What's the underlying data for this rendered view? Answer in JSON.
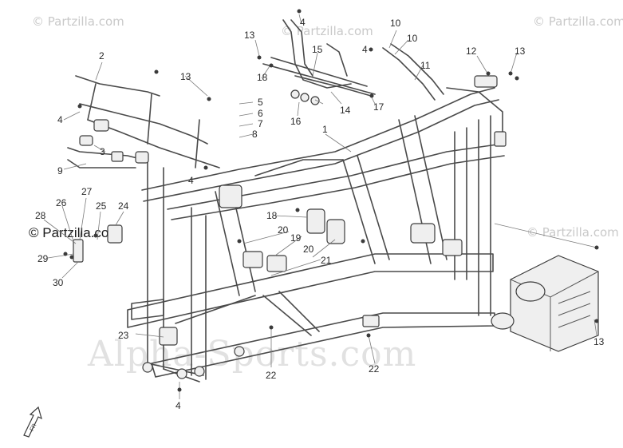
{
  "watermarks": {
    "partzilla_small": "© Partzilla.com",
    "partzilla_left": "© Partzilla.com",
    "center": "Alpha-Sports.com"
  },
  "callouts": [
    "1",
    "2",
    "3",
    "4",
    "5",
    "6",
    "7",
    "8",
    "9",
    "10",
    "11",
    "12",
    "13",
    "14",
    "15",
    "16",
    "17",
    "18",
    "19",
    "20",
    "21",
    "22",
    "23",
    "24",
    "25",
    "26",
    "27",
    "28",
    "29",
    "30"
  ],
  "colors": {
    "line": "#4a4a4a",
    "watermark": "#c9c9c9"
  },
  "icons": {
    "direction": "front-arrow-icon"
  }
}
